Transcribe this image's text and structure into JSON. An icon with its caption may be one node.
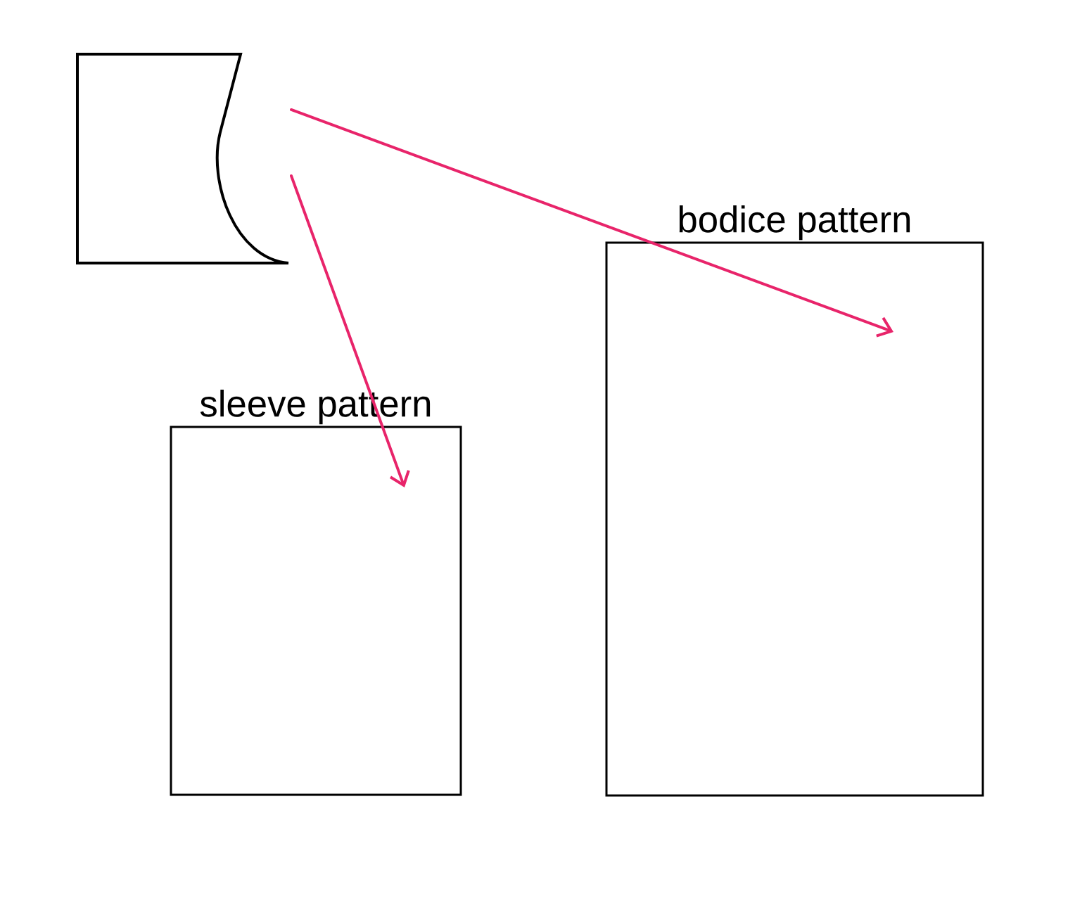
{
  "diagram": {
    "nodes": [
      {
        "text": [],
        "shape": "box"
      },
      {
        "text": [
          "sleeve pattern"
        ]
      },
      {
        "text": [
          "bodice pattern"
        ]
      }
    ],
    "edges": [
      {
        "from": 0,
        "to": 1,
        "arrow": "to"
      },
      {
        "from": 0,
        "to": 2,
        "arrow": "to"
      }
    ]
  }
}
